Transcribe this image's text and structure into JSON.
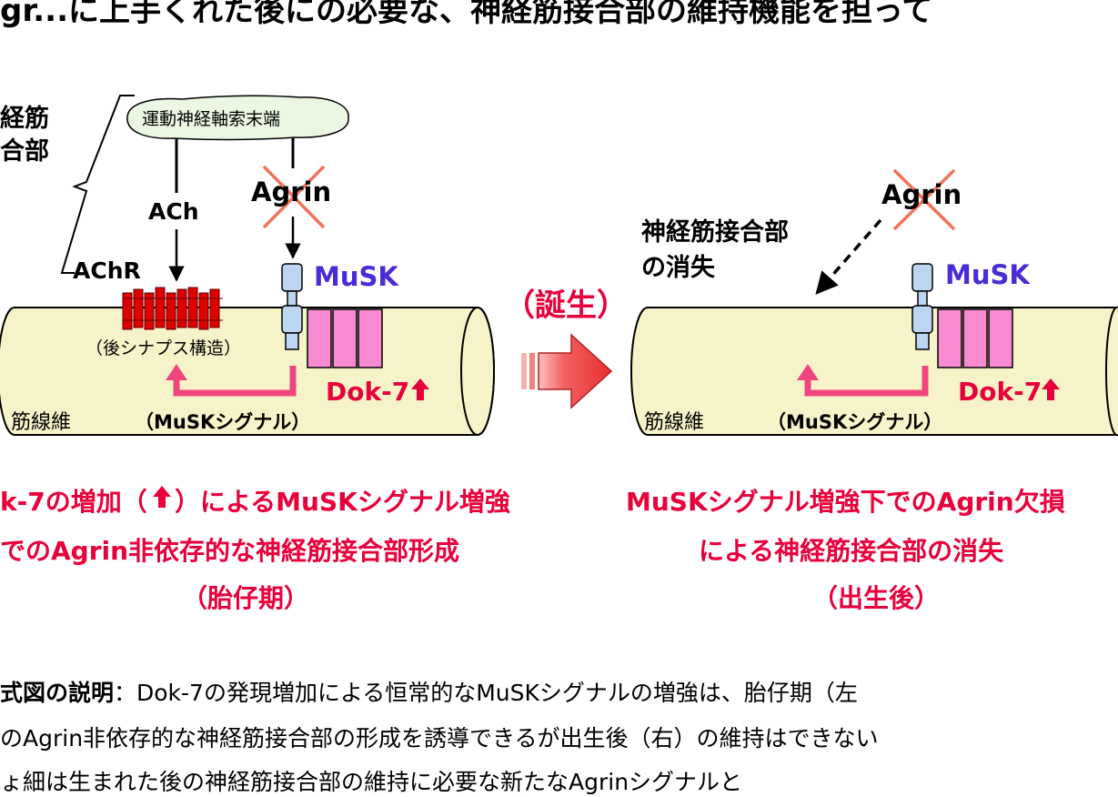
{
  "header": {
    "top_fragment": "gr...に上手くれた後にの必要な、神経筋接合部の維持機能を担って"
  },
  "left_panel": {
    "junction_label_line1": "経筋",
    "junction_label_line2": "合部",
    "axon_terminal": "運動神経軸索末端",
    "ach": "ACh",
    "agrin": "Agrin",
    "achr": "AChR",
    "musk": "MuSK",
    "postsynaptic": "（後シナプス構造）",
    "fiber": "筋線維",
    "musk_signal": "（MuSKシグナル）",
    "dok7": "Dok-7"
  },
  "center": {
    "birth_label": "（誕生）"
  },
  "right_panel": {
    "loss_line1": "神経筋接合部",
    "loss_line2": "の消失",
    "agrin": "Agrin",
    "musk": "MuSK",
    "fiber": "筋線維",
    "musk_signal": "（MuSKシグナル）",
    "dok7": "Dok-7"
  },
  "captions": {
    "left_line1": "k-7の増加（",
    "left_line1_tail": "）によるMuSKシグナル増強",
    "left_line2": "でのAgrin非依存的な神経筋接合部形成",
    "left_line3": "（胎仔期）",
    "right_line1": "MuSKシグナル増強下でのAgrin欠損",
    "right_line2": "による神経筋接合部の消失",
    "right_line3": "（出生後）"
  },
  "explanation": {
    "heading": "式図の説明",
    "line1": "：Dok-7の発現増加による恒常的なMuSKシグナルの増強は、胎仔期（左",
    "line2": "のAgrin非依存的な神経筋接合部の形成を誘導できるが出生後（右）の維持はできない",
    "line3": "ょ細は生まれた後の神経筋接合部の維持に必要な新たなAgrinシグナルと"
  },
  "colors": {
    "fiber_fill": "#f7f3c8",
    "dok7_pink": "#f78ad0",
    "musk_blue": "#bcd6f2",
    "achr_red": "#e00000",
    "signal_pink": "#f0447f",
    "text_red": "#e8003a",
    "musk_text": "#4a2bd6",
    "cloud_fill": "#ebf7e2"
  }
}
